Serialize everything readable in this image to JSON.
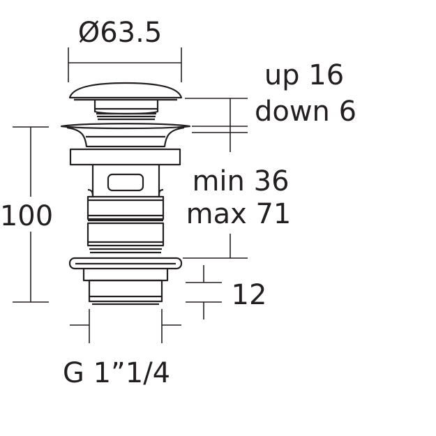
{
  "diagram": {
    "labels": {
      "diameter": "Ø63.5",
      "stroke_up": "up 16",
      "stroke_down": "down 6",
      "height": "100",
      "range_min": "min 36",
      "range_max": "max 71",
      "flange": "12",
      "thread": "G 1”1/4"
    },
    "colors": {
      "line": "#231f20",
      "background": "#ffffff"
    }
  }
}
